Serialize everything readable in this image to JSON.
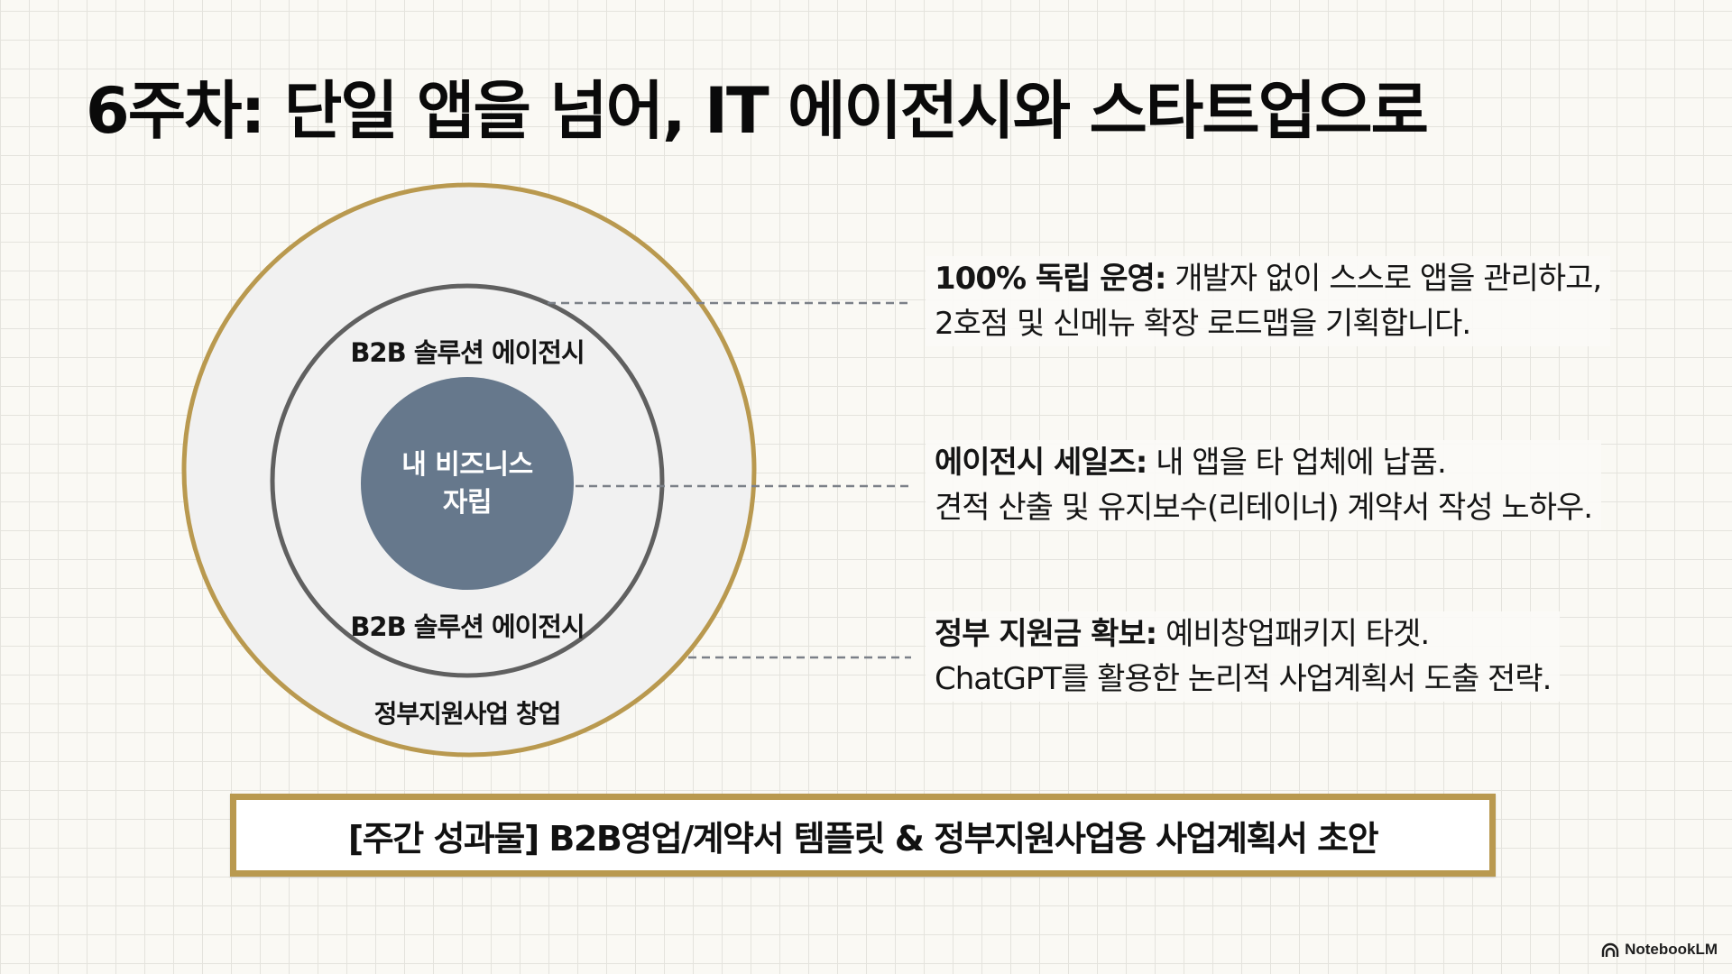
{
  "slide": {
    "title": "6주차: 단일 앱을 넘어, IT 에이전시와 스타트업으로"
  },
  "diagram": {
    "type": "concentric-circles",
    "core": {
      "line1": "내 비즈니스",
      "line2": "자립",
      "color": "#66788c"
    },
    "inner_ring": {
      "label_top": "B2B 솔루션 에이전시",
      "label_bottom": "B2B 솔루션 에이전시",
      "stroke_color": "#606060"
    },
    "outer_ring": {
      "label": "정부지원사업 창업",
      "stroke_color": "#b9994f",
      "fill_color": "#f1f1f1"
    }
  },
  "points": [
    {
      "heading": "100% 독립 운영:",
      "line1_rest": " 개발자 없이 스스로 앱을 관리하고,",
      "line2": "2호점 및 신메뉴 확장  로드맵을 기획합니다."
    },
    {
      "heading": "에이전시 세일즈:",
      "line1_rest": " 내 앱을 타 업체에 납품.",
      "line2": "견적 산출 및 유지보수(리테이너) 계약서 작성 노하우."
    },
    {
      "heading": "정부 지원금 확보:",
      "line1_rest": " 예비창업패키지 타겟.",
      "line2": "ChatGPT를 활용한 논리적 사업계획서 도출 전략."
    }
  ],
  "deliverable": {
    "text": "[주간 성과물] B2B영업/계약서 템플릿 & 정부지원사업용 사업계획서 초안",
    "border_color": "#b9994f"
  },
  "branding": {
    "icon": "notebooklm-logo-icon",
    "label": "NotebookLM"
  }
}
